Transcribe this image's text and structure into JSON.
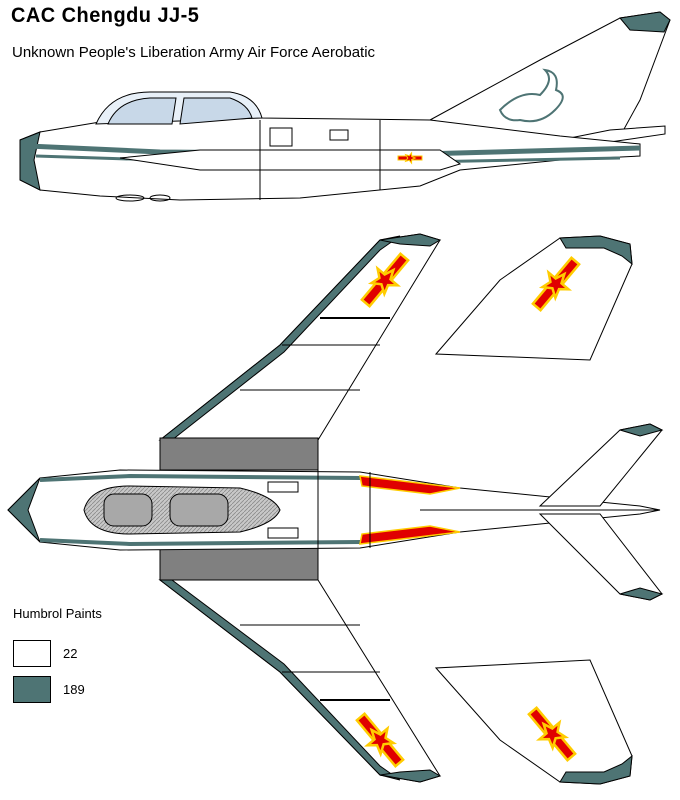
{
  "title": "CAC  Chengdu  JJ-5",
  "subtitle": "Unknown People's Liberation Army Air Force Aerobatic",
  "legend": {
    "heading": "Humbrol Paints",
    "items": [
      {
        "code": "22",
        "color": "#ffffff"
      },
      {
        "code": "189",
        "color": "#4e7474"
      }
    ]
  },
  "colors": {
    "outline": "#000000",
    "white": "#ffffff",
    "teal": "#4e7474",
    "light_grey": "#d8d8d8",
    "dark_grey": "#808080",
    "red": "#e00000",
    "yellow": "#ffcc00"
  }
}
